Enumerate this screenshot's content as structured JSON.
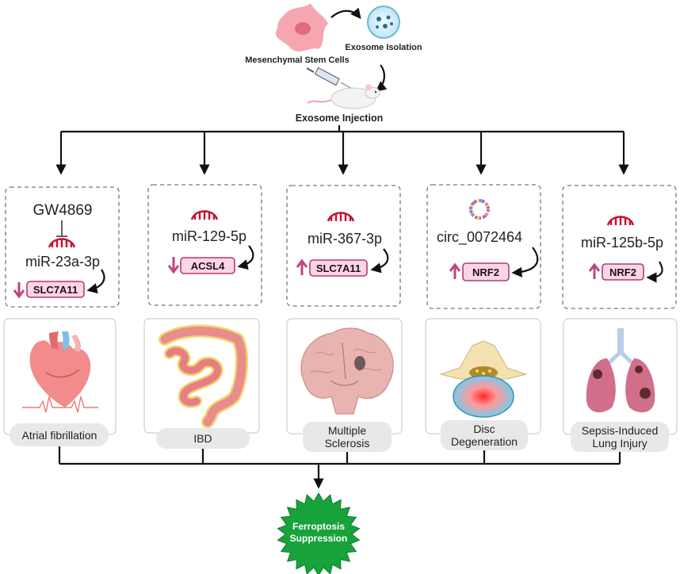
{
  "top": {
    "source_label": "Mesenchymal Stem Cells",
    "isolation_label": "Exosome Isolation",
    "injection_label": "Exosome Injection"
  },
  "panels": [
    {
      "id": "af",
      "regulator": "GW4869",
      "mirna": "miR-23a-3p",
      "target": "SLC7A11",
      "direction": "down",
      "disease": "Atrial fibrillation"
    },
    {
      "id": "ibd",
      "mirna": "miR-129-5p",
      "target": "ACSL4",
      "direction": "down",
      "disease": "IBD"
    },
    {
      "id": "ms",
      "mirna": "miR-367-3p",
      "target": "SLC7A11",
      "direction": "up",
      "disease": "Multiple Sclerosis"
    },
    {
      "id": "disc",
      "mirna": "circ_0072464",
      "target": "NRF2",
      "direction": "up",
      "disease": "Disc Degeneration"
    },
    {
      "id": "lung",
      "mirna": "miR-125b-5p",
      "target": "NRF2",
      "direction": "up",
      "disease": "Sepsis-Induced Lung Injury"
    }
  ],
  "outcome": "Ferroptosis Suppression",
  "colors": {
    "mirna_red": "#c8102e",
    "gene_fill": "#f9d6e6",
    "gene_border": "#b23a73",
    "arrow_pink": "#c0447e",
    "outcome_green": "#18a33a"
  }
}
